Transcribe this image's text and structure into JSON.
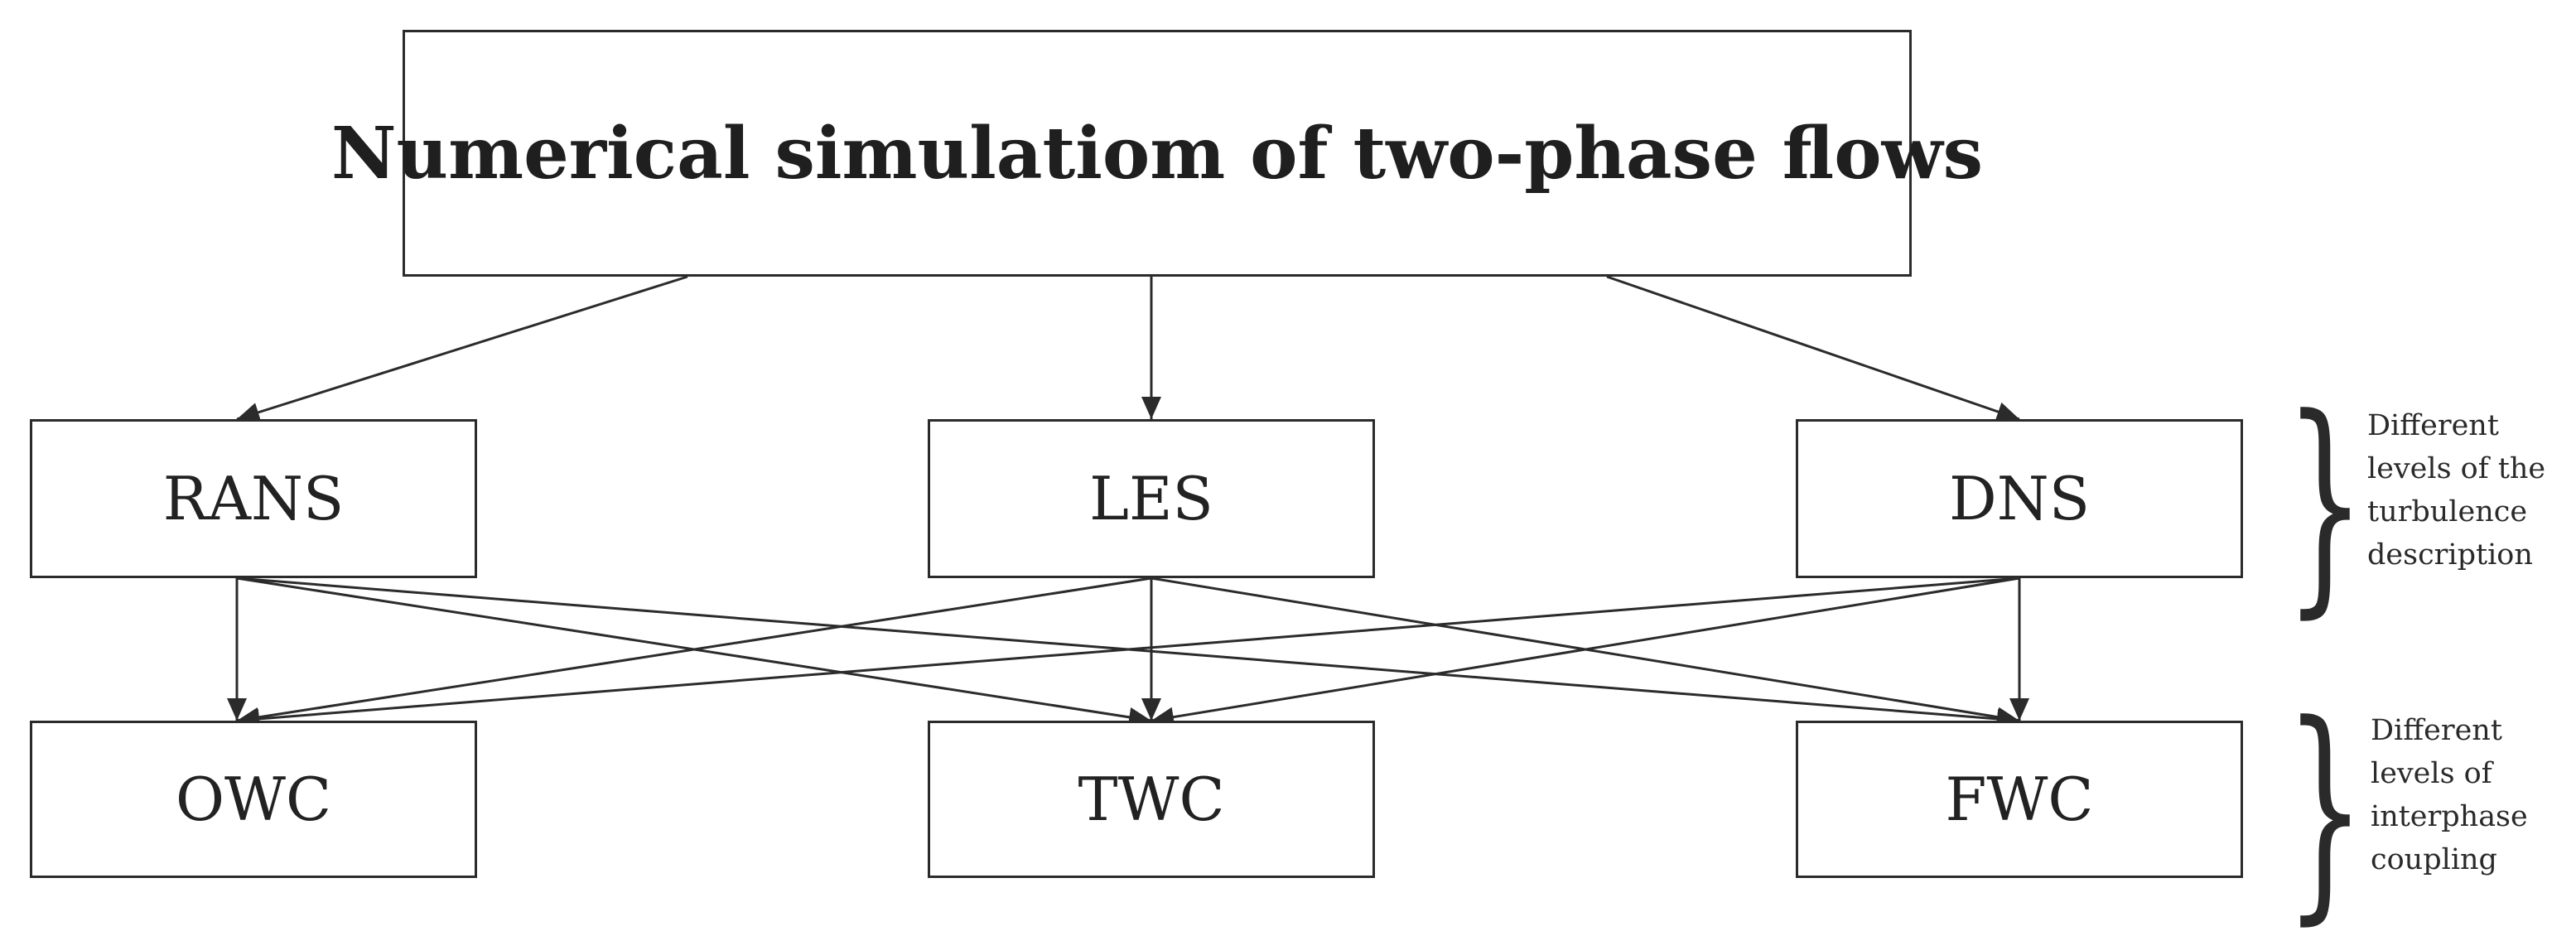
{
  "root": {
    "label": "Numerical simulatiom of two-phase flows"
  },
  "turbulence_levels": [
    {
      "id": "rans",
      "label": "RANS"
    },
    {
      "id": "les",
      "label": "LES"
    },
    {
      "id": "dns",
      "label": "DNS"
    }
  ],
  "coupling_levels": [
    {
      "id": "owc",
      "label": "OWC"
    },
    {
      "id": "twc",
      "label": "TWC"
    },
    {
      "id": "fwc",
      "label": "FWC"
    }
  ],
  "notes": {
    "turbulence": [
      "Different",
      "levels of the",
      "turbulence",
      "description"
    ],
    "coupling": [
      "Different",
      "levels of",
      "interphase",
      "coupling"
    ]
  },
  "edges": [
    {
      "from": "root",
      "to": "rans"
    },
    {
      "from": "root",
      "to": "les"
    },
    {
      "from": "root",
      "to": "dns"
    },
    {
      "from": "rans",
      "to": "owc"
    },
    {
      "from": "rans",
      "to": "twc"
    },
    {
      "from": "rans",
      "to": "fwc"
    },
    {
      "from": "les",
      "to": "owc"
    },
    {
      "from": "les",
      "to": "twc"
    },
    {
      "from": "les",
      "to": "fwc"
    },
    {
      "from": "dns",
      "to": "owc"
    },
    {
      "from": "dns",
      "to": "twc"
    },
    {
      "from": "dns",
      "to": "fwc"
    }
  ],
  "colors": {
    "line": "#2b2b2b",
    "text": "#222222",
    "background": "#ffffff"
  }
}
